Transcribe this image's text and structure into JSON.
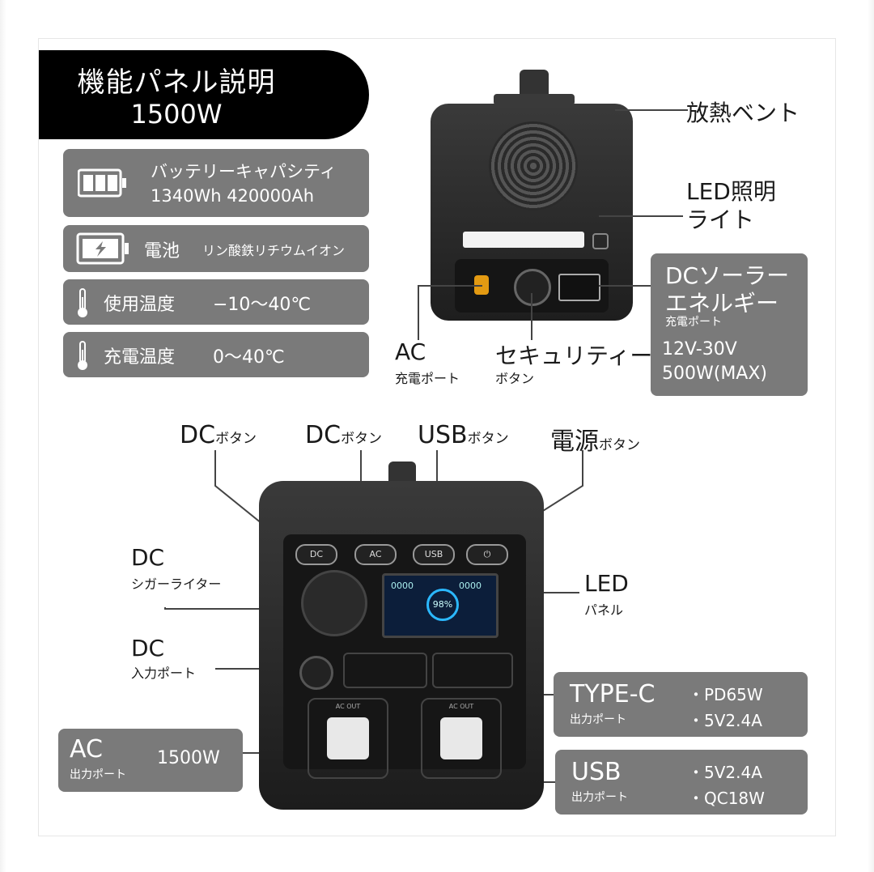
{
  "title": {
    "line1": "機能パネル説明",
    "line2": "1500W"
  },
  "specs": {
    "battery": {
      "label": "バッテリーキャパシティ",
      "value": "1340Wh 420000Ah"
    },
    "cell": {
      "label": "電池",
      "value": "リン酸鉄リチウムイオン"
    },
    "use_temp": {
      "label": "使用温度",
      "value": "−10〜40℃"
    },
    "charge_temp": {
      "label": "充電温度",
      "value": "0〜40℃"
    }
  },
  "rear_callouts": {
    "vent": "放熱ベント",
    "led_light_1": "LED照明",
    "led_light_2": "ライト",
    "dc_solar_1": "DCソーラー",
    "dc_solar_2": "エネルギー",
    "dc_solar_sub": "充電ポート",
    "dc_solar_v": "12V-30V",
    "dc_solar_w": "500W(MAX)",
    "ac_in": "AC",
    "ac_in_sub": "充電ポート",
    "security": "セキュリティー",
    "security_sub": "ボタン"
  },
  "front_callouts": {
    "dc_btn_1": "DC",
    "dc_btn_1_sub": "ボタン",
    "dc_btn_2": "DC",
    "dc_btn_2_sub": "ボタン",
    "usb_btn": "USB",
    "usb_btn_sub": "ボタン",
    "power_btn": "電源",
    "power_btn_sub": "ボタン",
    "cigar": "DC",
    "cigar_sub": "シガーライター",
    "led_panel": "LED",
    "led_panel_sub": "パネル",
    "dc_in": "DC",
    "dc_in_sub": "入力ポート",
    "typec": "TYPE-C",
    "typec_sub": "出力ポート",
    "typec_spec1": "・PD65W",
    "typec_spec2": "・5V2.4A",
    "usb": "USB",
    "usb_sub": "出力ポート",
    "usb_spec1": "・5V2.4A",
    "usb_spec2": "・QC18W",
    "ac_out": "AC",
    "ac_out_sub": "出力ポート",
    "ac_out_w": "1500W"
  },
  "device": {
    "btn_dc": "DC",
    "btn_ac": "AC",
    "btn_usb": "USB",
    "btn_power": "⏻",
    "display_pct": "98%",
    "display_left": "0000",
    "display_right": "0000",
    "ac_out_label": "AC OUT"
  }
}
